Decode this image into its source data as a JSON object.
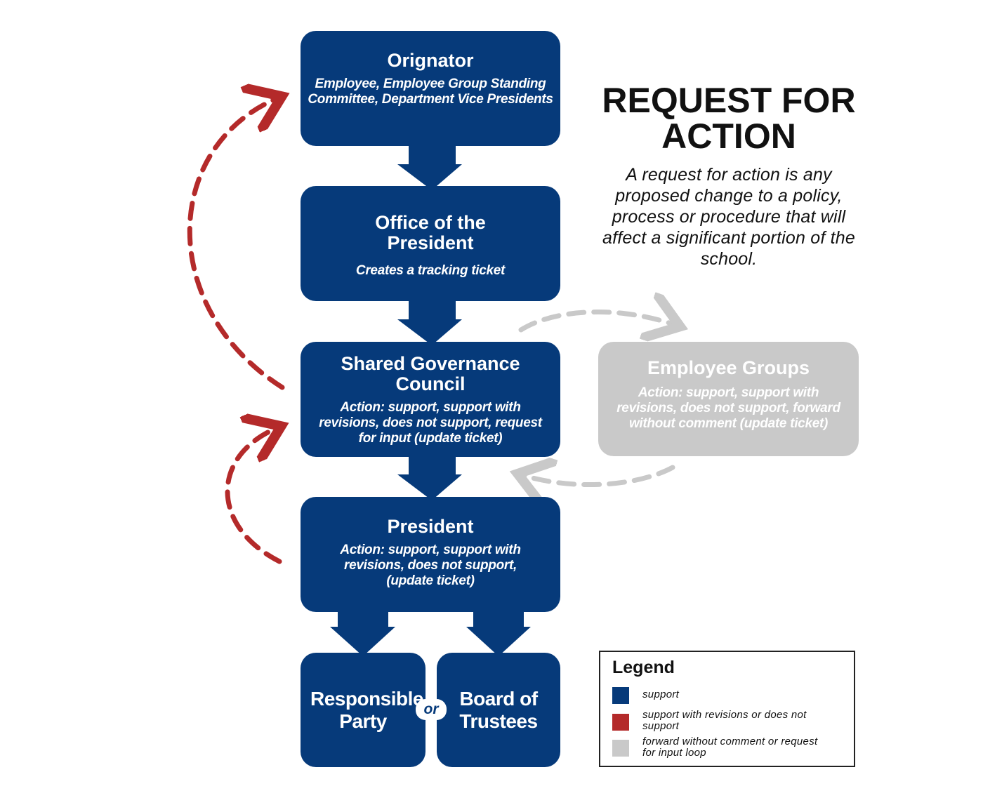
{
  "colors": {
    "primary": "#063a7a",
    "red": "#b42a2a",
    "gray": "#c9c9c9"
  },
  "originator": {
    "title": "Orignator",
    "description": "Employee, Employee Group Standing Committee, Department Vice Presidents"
  },
  "office": {
    "title": "Office of the President",
    "description": "Creates a tracking ticket"
  },
  "council": {
    "title": "Shared Governance Council",
    "description": "Action: support, support with revisions, does not support,  request for input (update ticket)"
  },
  "president": {
    "title": "President",
    "description": "Action: support, support with revisions, does not support, (update ticket)"
  },
  "responsible": {
    "title": "Responsible Party"
  },
  "board": {
    "title": "Board of Trustees"
  },
  "or_label": "or",
  "employee_groups": {
    "title": "Employee Groups",
    "description": "Action: support, support with revisions, does not support, forward without comment (update ticket)"
  },
  "header": {
    "title": "REQUEST FOR ACTION",
    "description": "A request for action is any proposed change to a policy, process or procedure that will affect a significant portion of the school."
  },
  "legend": {
    "title": "Legend",
    "items": [
      {
        "label": "support",
        "color": "#063a7a"
      },
      {
        "label": "support with revisions or does not support",
        "color": "#b42a2a"
      },
      {
        "label": "forward without comment or request for input loop",
        "color": "#c9c9c9"
      }
    ]
  }
}
